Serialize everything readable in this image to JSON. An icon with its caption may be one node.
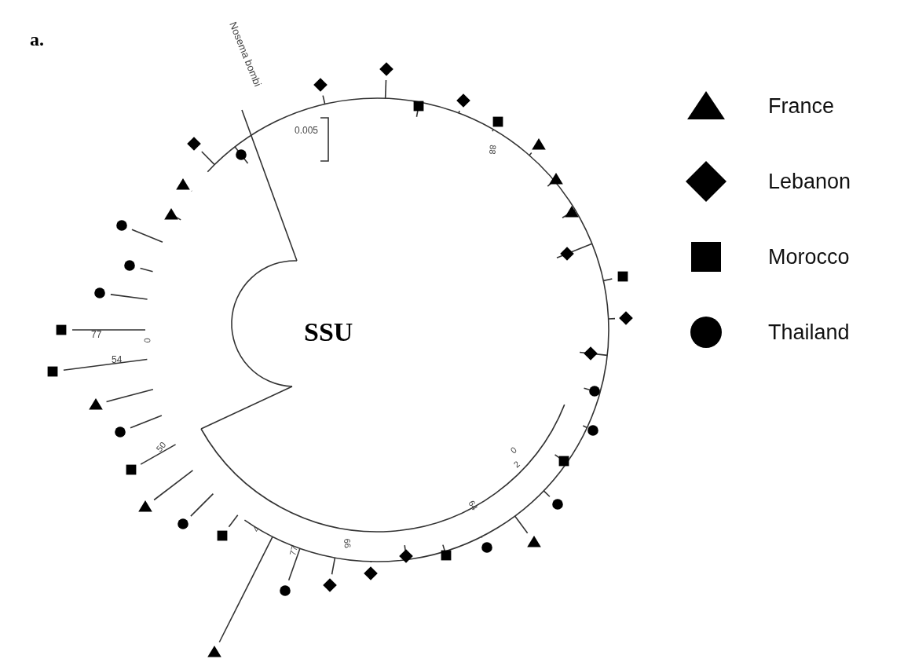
{
  "diagram": {
    "labels": [
      "a.",
      "Nosema bombi",
      "0.005",
      "88",
      "0",
      "77",
      "54",
      "SSU",
      "50",
      "0",
      "2",
      "64",
      "4",
      "66",
      "77"
    ],
    "legend": [
      {
        "text": "France"
      },
      {
        "text": "Lebanon"
      },
      {
        "text": "Morocco"
      },
      {
        "text": "Thailand"
      }
    ]
  }
}
